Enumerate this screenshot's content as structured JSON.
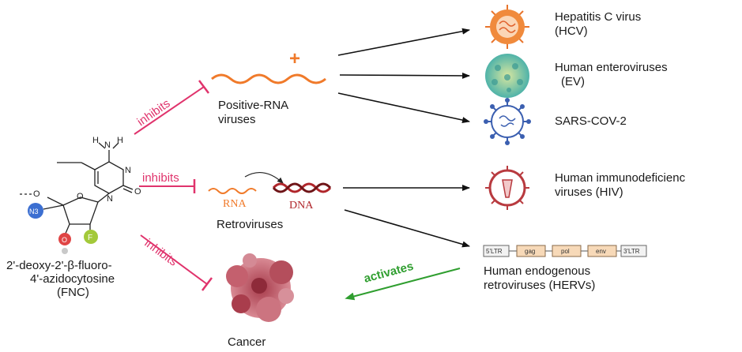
{
  "compound": {
    "name_line1": "2'-deoxy-2'-β-fluoro-",
    "name_line2": "4'-azidocytosine",
    "name_line3": "(FNC)",
    "atoms": {
      "n3": "N3",
      "f": "F",
      "o": "O",
      "nh": "N",
      "h1": "H",
      "h2": "H",
      "n_ring1": "N",
      "n_ring2": "N",
      "o_carbonyl": "O",
      "o_ring": "O"
    }
  },
  "inhibits": {
    "top": "inhibits",
    "middle": "inhibits",
    "bottom": "inhibits"
  },
  "positive_rna": {
    "line1": "Positive-RNA",
    "line2": "viruses",
    "plus": "+"
  },
  "retro": {
    "label": "Retroviruses",
    "rna": "RNA",
    "dna": "DNA"
  },
  "cancer": {
    "label": "Cancer"
  },
  "activates": "activates",
  "targets": {
    "hcv": {
      "line1": "Hepatitis C virus",
      "line2": "(HCV)"
    },
    "ev": {
      "line1": "Human enteroviruses",
      "line2": "(EV)"
    },
    "sars": {
      "line1": "SARS-COV-2"
    },
    "hiv": {
      "line1": "Human immunodeficienc",
      "line2": "viruses (HIV)"
    },
    "herv": {
      "line1": "Human endogenous",
      "line2": "retroviruses (HERVs)"
    }
  },
  "herv_genes": [
    "5'LTR",
    "gag",
    "pol",
    "env",
    "3'LTR"
  ],
  "colors": {
    "inhibit": "#e0336c",
    "activate": "#2f9e2f",
    "rna": "#f07a2a",
    "dna": "#b0262b"
  }
}
